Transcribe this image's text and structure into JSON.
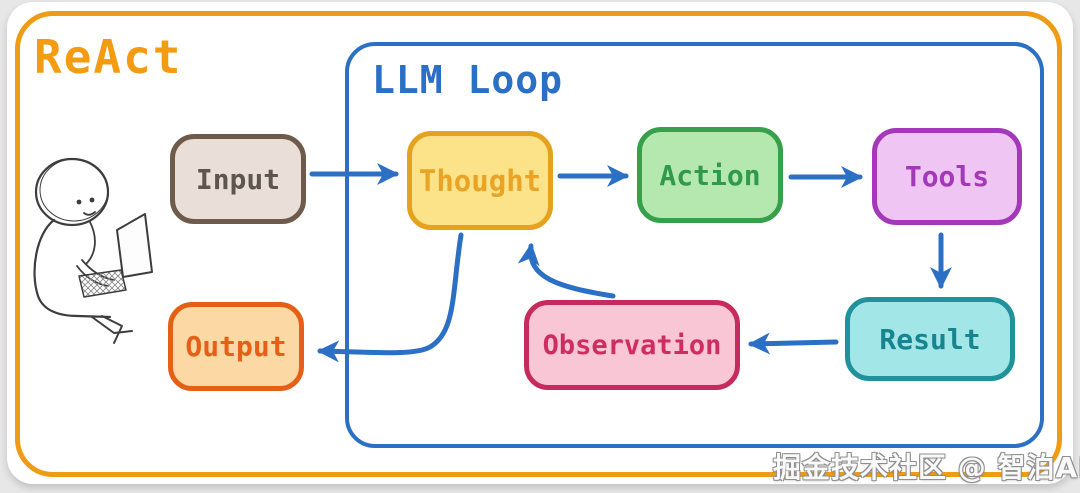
{
  "title": "ReAct",
  "loop": {
    "label": "LLM Loop"
  },
  "watermark": "掘金技术社区 @ 智泊AI",
  "illustration": {
    "name": "person-with-laptop-doodle"
  },
  "colors": {
    "outer_border": "#ee9c15",
    "title": "#f39c12",
    "loop_border": "#2b70c4",
    "loop_title": "#2b70c4",
    "arrow": "#2b70c4"
  },
  "nodes": {
    "input": {
      "label": "Input",
      "fill": "#eadfd8",
      "border": "#6f5b4c",
      "text": "#5e564e"
    },
    "thought": {
      "label": "Thought",
      "fill": "#fce289",
      "border": "#e5a21e",
      "text": "#e9a325"
    },
    "action": {
      "label": "Action",
      "fill": "#b4e8af",
      "border": "#37a04a",
      "text": "#31994a"
    },
    "tools": {
      "label": "Tools",
      "fill": "#efc5f3",
      "border": "#a338b8",
      "text": "#a338b8"
    },
    "result": {
      "label": "Result",
      "fill": "#a3e6e8",
      "border": "#21919a",
      "text": "#17858f"
    },
    "observation": {
      "label": "Observation",
      "fill": "#f9c6d5",
      "border": "#c52b5e",
      "text": "#ce2d63"
    },
    "output": {
      "label": "Output",
      "fill": "#fcd8a4",
      "border": "#e55f17",
      "text": "#e55f17"
    }
  },
  "edges": [
    {
      "from": "Input",
      "to": "Thought"
    },
    {
      "from": "Thought",
      "to": "Action"
    },
    {
      "from": "Action",
      "to": "Tools"
    },
    {
      "from": "Tools",
      "to": "Result"
    },
    {
      "from": "Result",
      "to": "Observation"
    },
    {
      "from": "Observation",
      "to": "Thought"
    },
    {
      "from": "Thought",
      "to": "Output"
    }
  ]
}
